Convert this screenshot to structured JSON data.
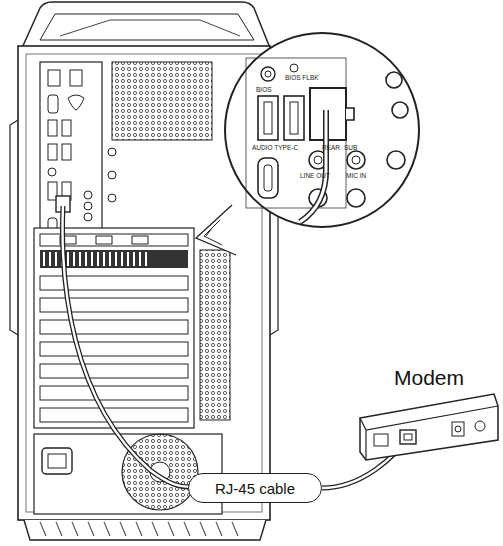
{
  "diagram": {
    "nodes": [
      {
        "text": [
          "RJ-45 cable"
        ]
      },
      {
        "text": [
          "Modem"
        ]
      }
    ],
    "edges": [
      {
        "from": 0,
        "to": 1,
        "arrow": "none"
      }
    ],
    "labels": [
      "BIOS FLBK",
      "BIOS",
      "AUDIO TYPE-C",
      "REAR",
      "SUB",
      "LINE OUT",
      "MIC IN"
    ]
  }
}
